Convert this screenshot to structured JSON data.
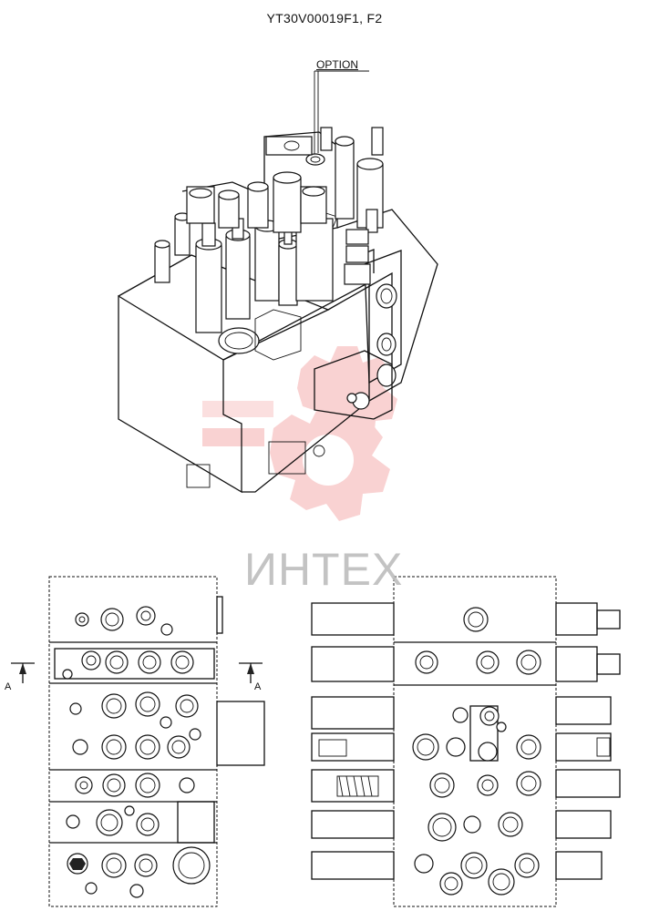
{
  "title": "YT30V00019F1, F2",
  "labels": {
    "option": "OPTION",
    "section_left": "A",
    "section_right": "A"
  },
  "watermark": {
    "text": "ИНТЕХ",
    "color": "#f08080"
  }
}
